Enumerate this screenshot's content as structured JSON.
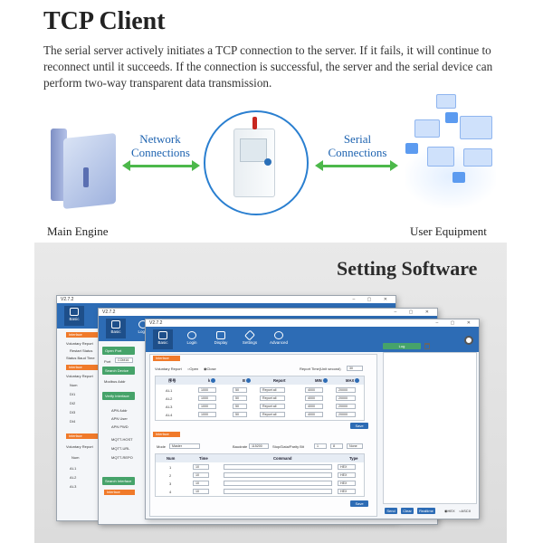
{
  "header": {
    "title": "TCP Client",
    "description": "The serial server actively initiates a TCP connection to the server. If it fails, it will continue to reconnect until it succeeds. If the connection is successful, the server and the serial device can perform two-way transparent data transmission."
  },
  "diagram": {
    "left_link": "Network Connections",
    "right_link": "Serial Connections",
    "left_caption": "Main Engine",
    "right_caption": "User Equipment",
    "arrow_color": "#4cb84a",
    "ring_color": "#2a7fd0"
  },
  "software": {
    "title": "Setting Software",
    "app_title": "V2.7.2",
    "nav": [
      "Basic",
      "Login",
      "Display",
      "Settings",
      "Advanced"
    ],
    "accent": "#2d6cb5",
    "orange": "#f07a2a",
    "back_window": {
      "sections": [
        "Interface",
        "Interface",
        "Interface"
      ],
      "labels": [
        "Voluntary Report",
        "Restart Status",
        "Status Baud Time",
        "Voluntary Report",
        "Num",
        "DI1",
        "DI2",
        "DI3",
        "DI4"
      ],
      "sub_labels": [
        "Voluntary Report",
        "Num",
        "AI-1",
        "AI-2",
        "AI-3"
      ]
    },
    "middle_window": {
      "buttons": [
        "Open Port",
        "Search Device",
        "Verify Interface",
        "Search Interface",
        "Interface"
      ],
      "labels": [
        "Port",
        "COM16",
        "Modbus Addr",
        "APN Addr",
        "APN User",
        "APN PWD",
        "MQTT-HOST",
        "MQTT-URL",
        "MQTT-REPO"
      ]
    },
    "front_window": {
      "section_top": "Interface",
      "report_label": "Voluntary Report",
      "radio_open": "Open",
      "radio_close": "Close",
      "report_time_label": "Report Time(Unit second)",
      "report_time_value": "30",
      "columns": [
        "序号",
        "k",
        "B",
        "Report",
        "MIN",
        "MAX"
      ],
      "rows": [
        {
          "id": "AI-1",
          "k": "1000",
          "b": "50",
          "report": "Report all",
          "min": "4000",
          "max": "20000"
        },
        {
          "id": "AI-2",
          "k": "1000",
          "b": "50",
          "report": "Report all",
          "min": "4000",
          "max": "20000"
        },
        {
          "id": "AI-3",
          "k": "1000",
          "b": "50",
          "report": "Report all",
          "min": "4000",
          "max": "20000"
        },
        {
          "id": "AI-4",
          "k": "1000",
          "b": "50",
          "report": "Report all",
          "min": "4000",
          "max": "20000"
        }
      ],
      "save_label": "Save",
      "section_bottom": "Interface",
      "mode_label": "Mode",
      "mode_value": "Master",
      "baud_label": "Baudrate",
      "baud_value": "115200",
      "stop_label": "Stop/Data/Parity Bit",
      "stop_values": [
        "1",
        "8",
        "None"
      ],
      "cmd_columns": [
        "Num",
        "Time",
        "Command",
        "Type"
      ],
      "cmd_rows": [
        {
          "num": "1",
          "time": "10",
          "type": "HEX"
        },
        {
          "num": "2",
          "time": "10",
          "type": "HEX"
        },
        {
          "num": "3",
          "time": "10",
          "type": "HEX"
        },
        {
          "num": "4",
          "time": "10",
          "type": "HEX"
        }
      ],
      "save2_label": "Save",
      "log_label": "Log",
      "log_buttons": [
        "Send",
        "Clear",
        "Realtime"
      ],
      "log_radios": [
        "HEX",
        "ASCII"
      ]
    }
  }
}
